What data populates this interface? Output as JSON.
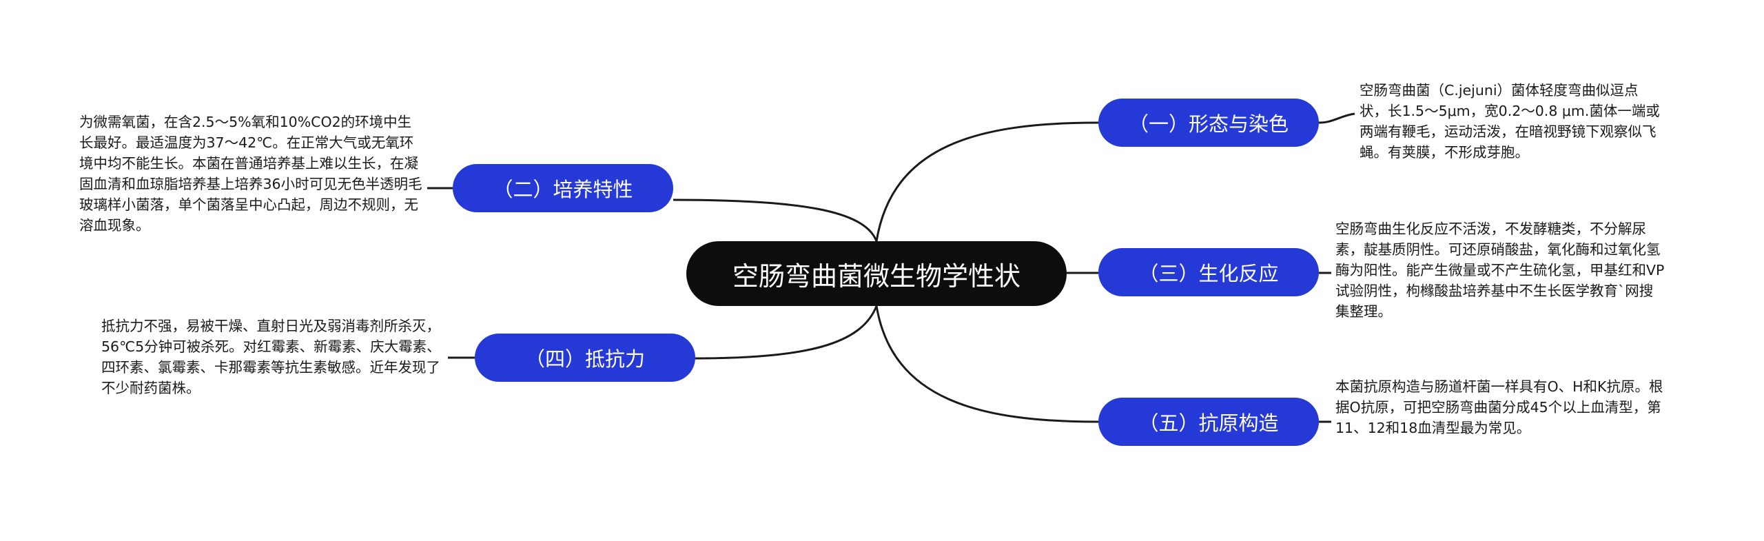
{
  "root": {
    "label": "空肠弯曲菌微生物学性状"
  },
  "branches": [
    {
      "id": "b1",
      "label": "（一）形态与染色",
      "detail": "空肠弯曲菌（C.jejuni）菌体轻度弯曲似逗点状，长1.5～5μm，宽0.2～0.8 μm.菌体一端或两端有鞭毛，运动活泼，在暗视野镜下观察似飞蝇。有荚膜，不形成芽胞。"
    },
    {
      "id": "b2",
      "label": "（二）培养特性",
      "detail": "为微需氧菌，在含2.5～5%氧和10%CO2的环境中生长最好。最适温度为37～42℃。在正常大气或无氧环境中均不能生长。本菌在普通培养基上难以生长，在凝固血清和血琼脂培养基上培养36小时可见无色半透明毛玻璃样小菌落，单个菌落呈中心凸起，周边不规则，无溶血现象。"
    },
    {
      "id": "b3",
      "label": "（三）生化反应",
      "detail": "空肠弯曲生化反应不活泼，不发酵糖类，不分解尿素，靛基质阴性。可还原硝酸盐，氧化酶和过氧化氢酶为阳性。能产生微量或不产生硫化氢，甲基红和VP试验阴性，枸橼酸盐培养基中不生长医学教育`网搜集整理。"
    },
    {
      "id": "b4",
      "label": "（四）抵抗力",
      "detail": "抵抗力不强，易被干燥、直射日光及弱消毒剂所杀灭，56℃5分钟可被杀死。对红霉素、新霉素、庆大霉素、四环素、氯霉素、卡那霉素等抗生素敏感。近年发现了不少耐药菌株。"
    },
    {
      "id": "b5",
      "label": "（五）抗原构造",
      "detail": "本菌抗原构造与肠道杆菌一样具有O、H和K抗原。根据O抗原，可把空肠弯曲菌分成45个以上血清型，第11、12和18血清型最为常见。"
    }
  ],
  "colors": {
    "root_bg": "#0d0d0d",
    "branch_bg": "#2439d6",
    "line": "#1a1a1a",
    "text": "#1a1a1a"
  }
}
